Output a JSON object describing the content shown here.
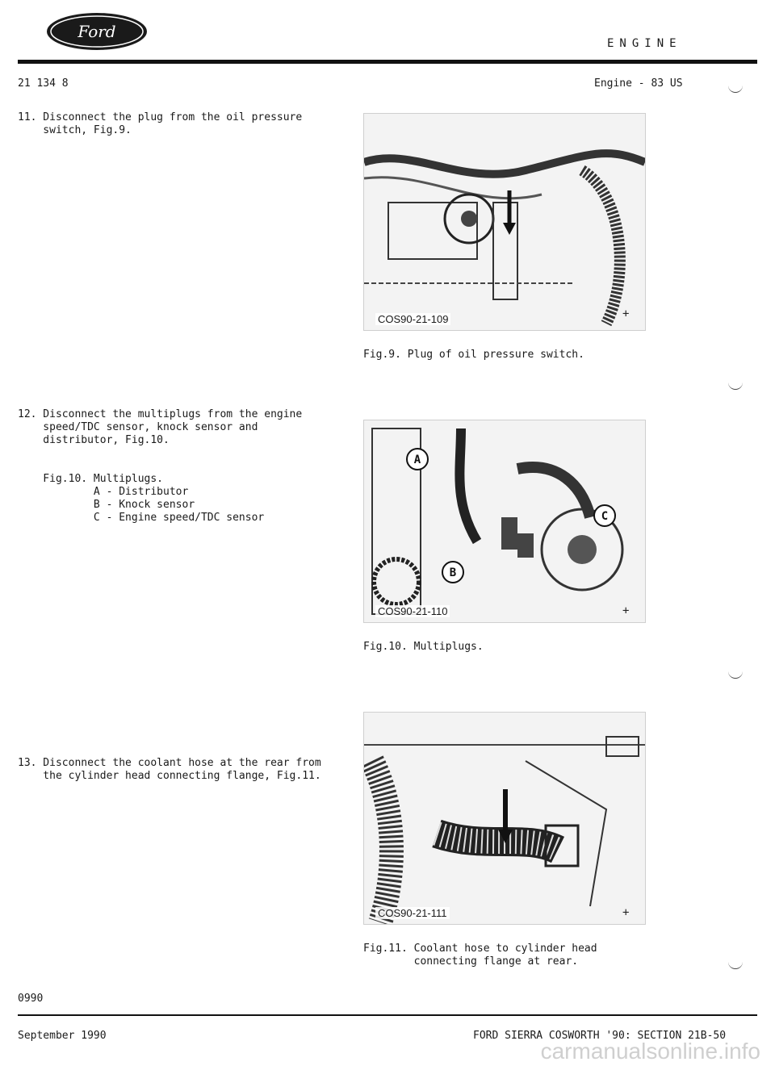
{
  "header": {
    "section_title": "ENGINE",
    "page_code": "21 134 8",
    "subsection": "Engine - 83 US",
    "logo_text": "Ford"
  },
  "steps": [
    {
      "text": "11. Disconnect the plug from the oil pressure\n    switch, Fig.9."
    },
    {
      "text": "12. Disconnect the multiplugs from the engine\n    speed/TDC sensor, knock sensor and\n    distributor, Fig.10."
    },
    {
      "text": "    Fig.10. Multiplugs.\n            A - Distributor\n            B - Knock sensor\n            C - Engine speed/TDC sensor"
    },
    {
      "text": "13. Disconnect the coolant hose at the rear from\n    the cylinder head connecting flange, Fig.11."
    }
  ],
  "figures": [
    {
      "code": "COS90-21-109",
      "caption": "Fig.9. Plug of oil pressure switch."
    },
    {
      "code": "COS90-21-110",
      "caption": "Fig.10. Multiplugs.",
      "labels": [
        "A",
        "B",
        "C"
      ]
    },
    {
      "code": "COS90-21-111",
      "caption": "Fig.11. Coolant hose to cylinder head\n        connecting flange at rear."
    }
  ],
  "footer": {
    "code": "0990",
    "date": "September 1990",
    "reference": "FORD SIERRA COSWORTH '90: SECTION 21B-50"
  },
  "watermark": "carmanualsonline.info"
}
